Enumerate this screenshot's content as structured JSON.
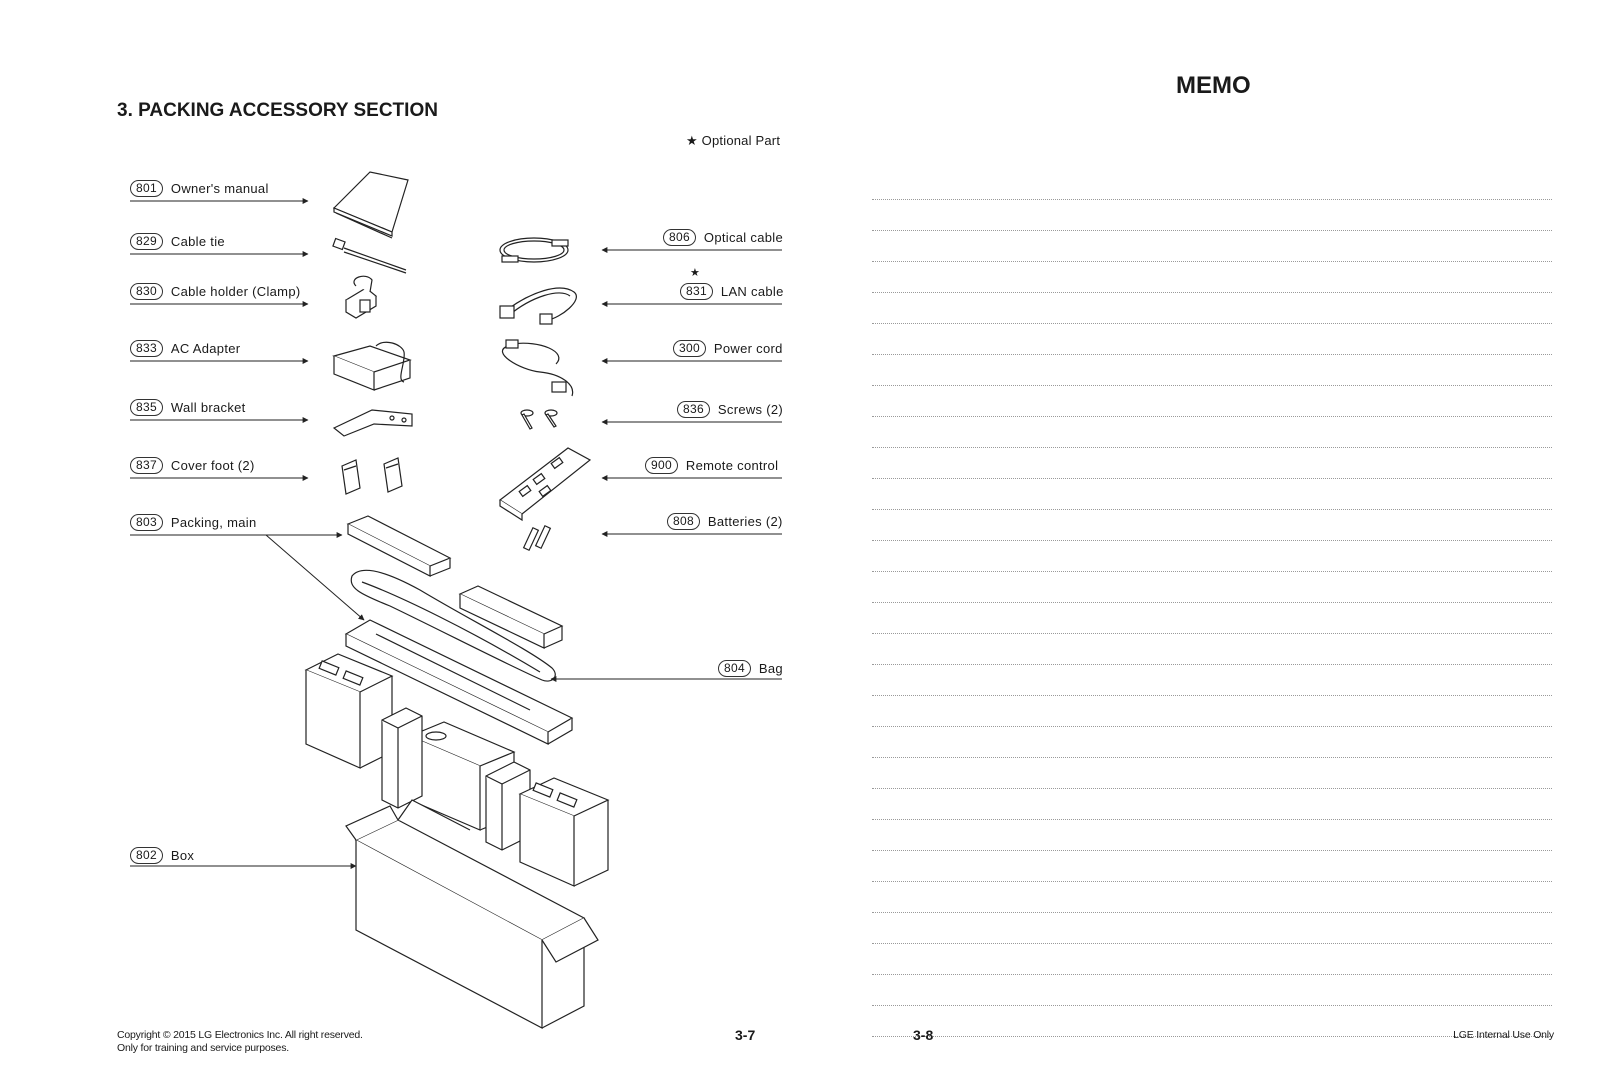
{
  "left_page": {
    "section_title": "3. PACKING ACCESSORY SECTION",
    "legend": {
      "star": "★",
      "text": "Optional Part"
    },
    "left_callouts": [
      {
        "num": "801",
        "label": "Owner's manual"
      },
      {
        "num": "829",
        "label": "Cable tie"
      },
      {
        "num": "830",
        "label": "Cable holder (Clamp)"
      },
      {
        "num": "833",
        "label": "AC Adapter"
      },
      {
        "num": "835",
        "label": "Wall bracket"
      },
      {
        "num": "837",
        "label": "Cover foot (2)"
      },
      {
        "num": "803",
        "label": "Packing, main"
      },
      {
        "num": "802",
        "label": "Box"
      }
    ],
    "right_callouts": [
      {
        "num": "806",
        "label": "Optical cable"
      },
      {
        "num": "831",
        "label": "LAN cable",
        "optional_star": "★"
      },
      {
        "num": "300",
        "label": "Power cord"
      },
      {
        "num": "836",
        "label": "Screws (2)"
      },
      {
        "num": "900",
        "label": "Remote control"
      },
      {
        "num": "808",
        "label": "Batteries (2)"
      },
      {
        "num": "804",
        "label": "Bag"
      }
    ],
    "footer": {
      "copyright_line1": "Copyright © 2015 LG Electronics Inc. All right reserved.",
      "copyright_line2": "Only for training and service purposes.",
      "page_number": "3-7"
    }
  },
  "right_page": {
    "title": "MEMO",
    "footer": {
      "page_number": "3-8",
      "internal_note": "LGE Internal Use Only"
    }
  }
}
